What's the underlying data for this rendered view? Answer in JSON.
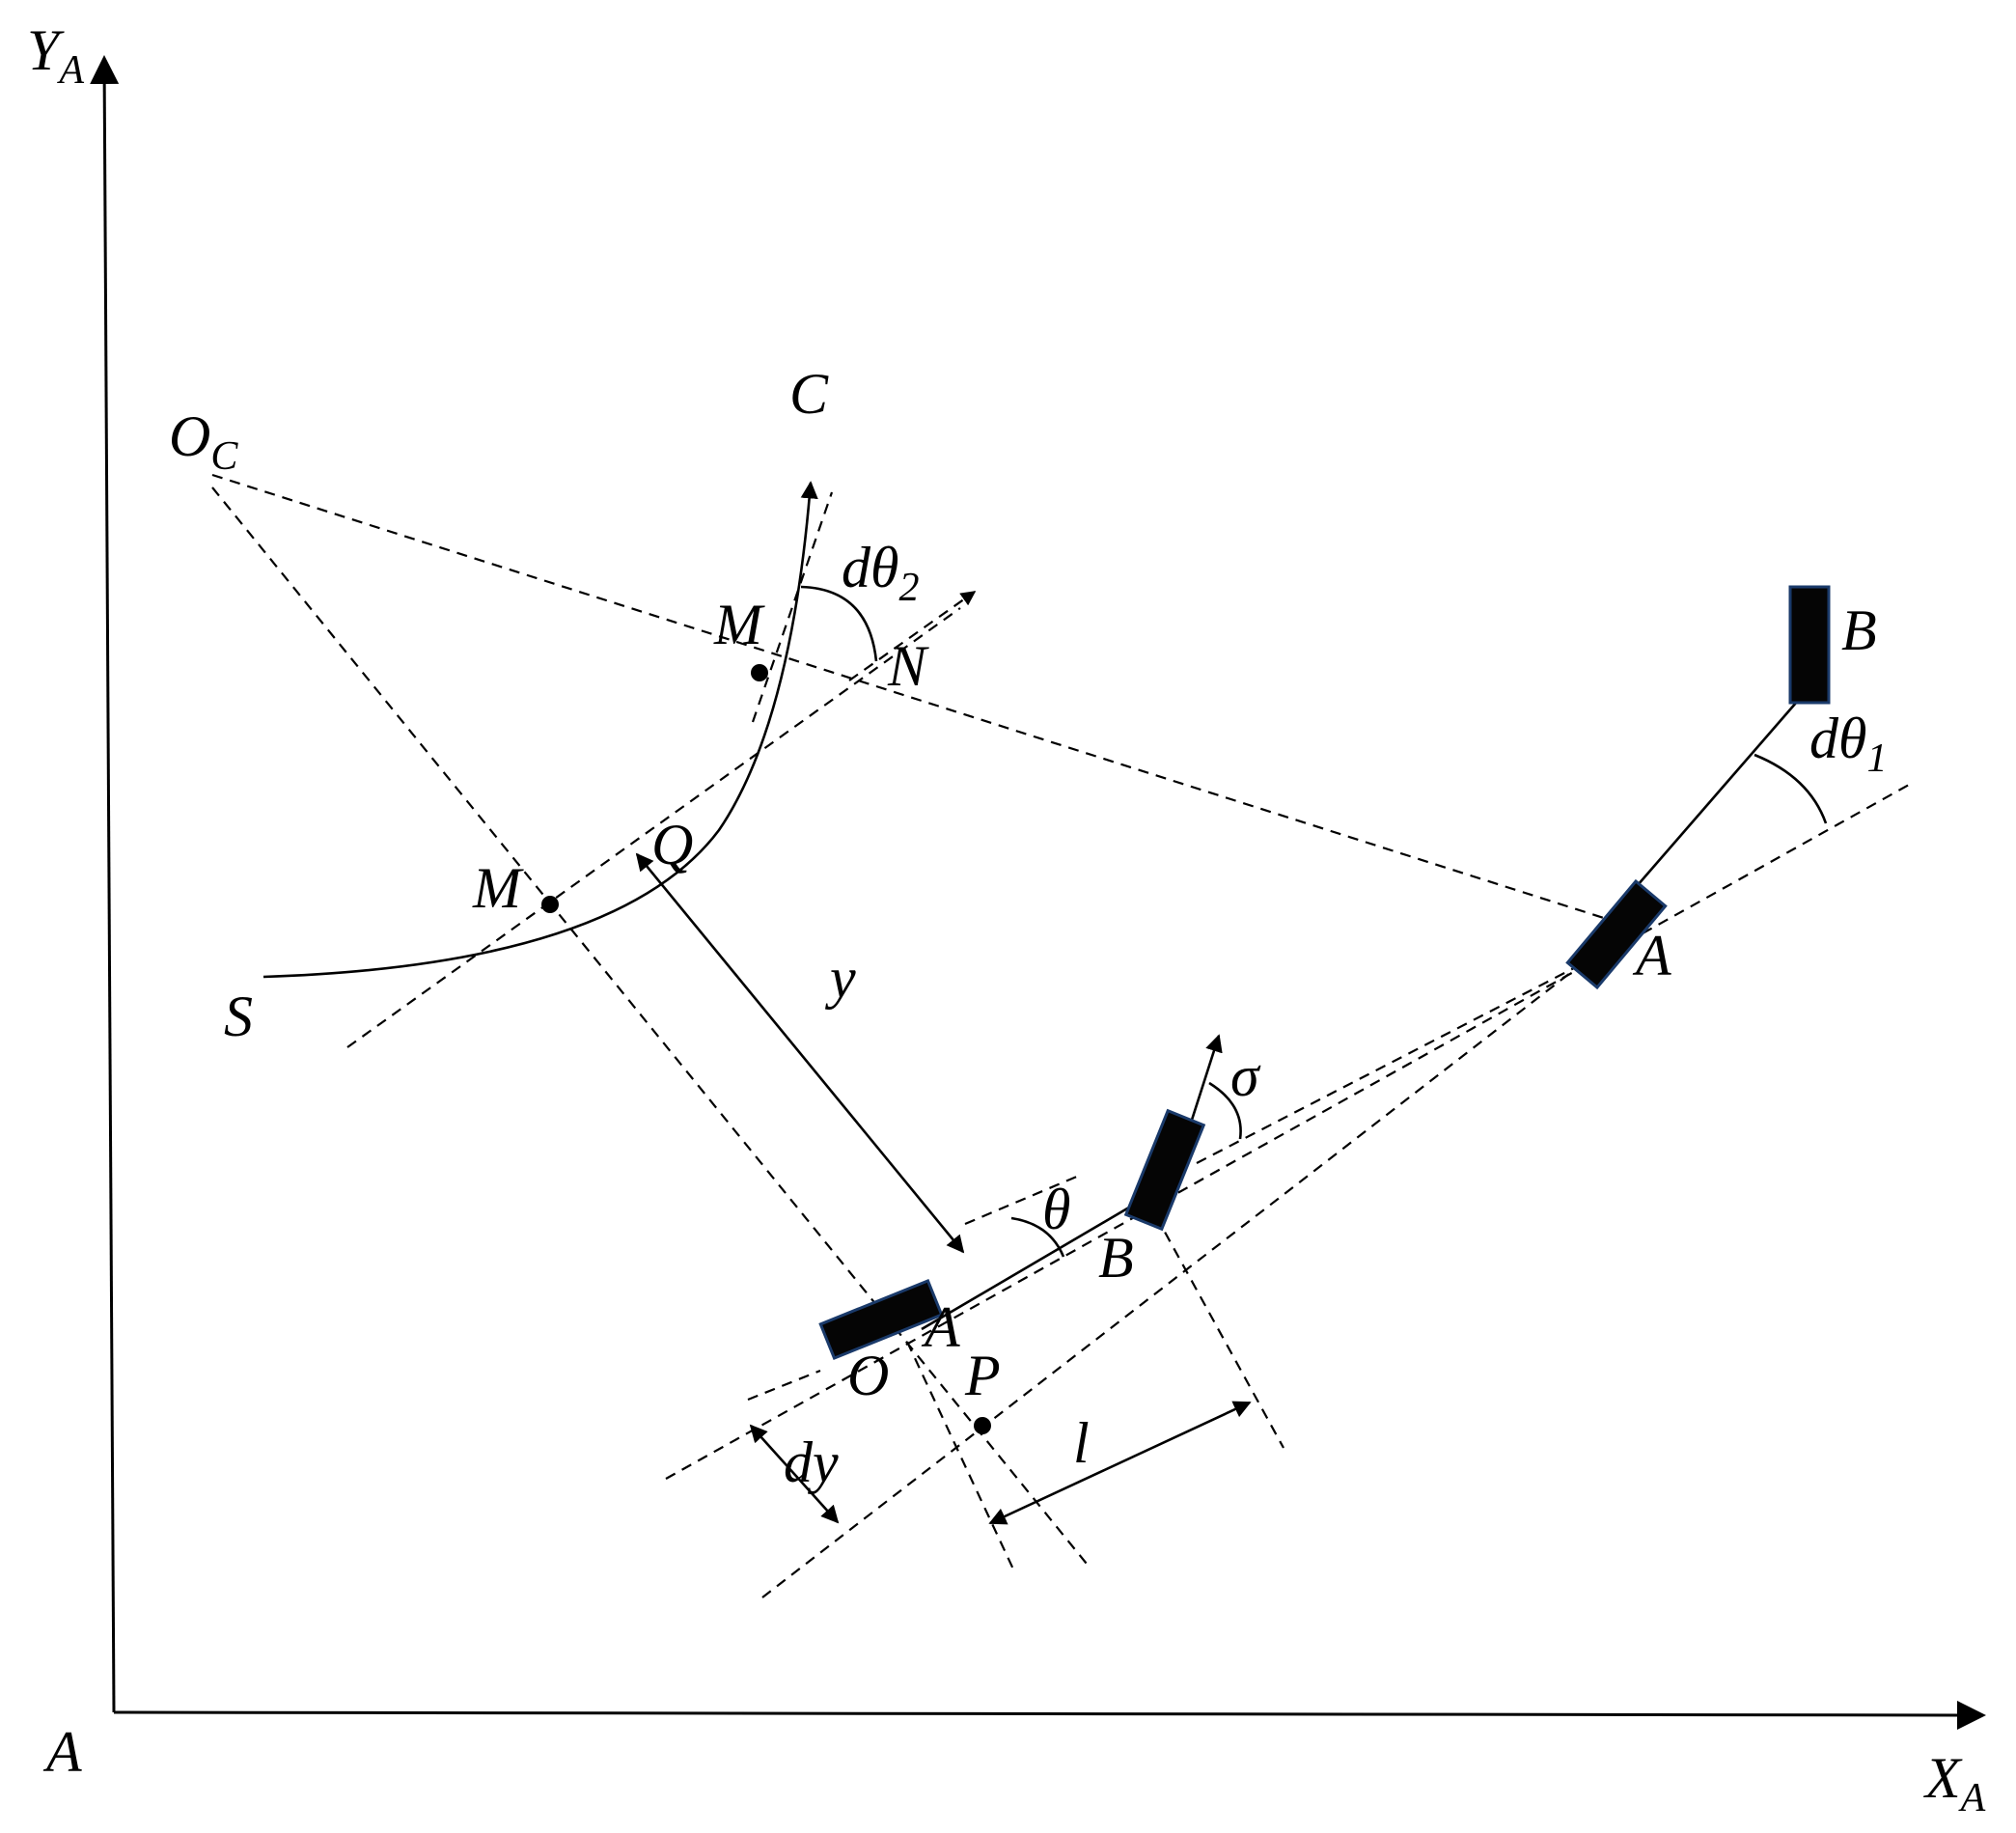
{
  "axes": {
    "y_label": "Y",
    "y_sub": "A",
    "x_label": "X",
    "x_sub": "A",
    "origin_label": "A"
  },
  "labels": {
    "oc": "O",
    "oc_sub": "C",
    "c": "C",
    "s": "S",
    "m_upper": "M",
    "m_lower": "M",
    "n": "N",
    "q": "Q",
    "y": "y",
    "dtheta2": "dθ",
    "dtheta2_sub": "2",
    "dtheta1": "dθ",
    "dtheta1_sub": "1",
    "b_far": "B",
    "a_far": "A",
    "sigma": "σ",
    "theta": "θ",
    "b_near": "B",
    "a_near": "A",
    "o": "O",
    "p": "P",
    "dy": "dy",
    "l": "l"
  },
  "colors": {
    "line": "#000000",
    "wheel_fill": "#050505",
    "wheel_edge": "#1a3a6a"
  }
}
